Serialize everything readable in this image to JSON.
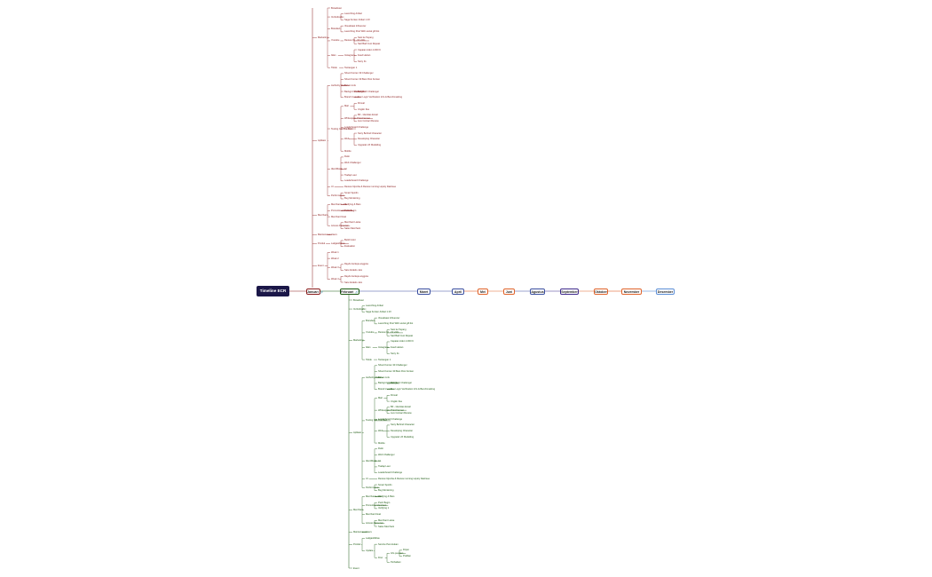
{
  "root": {
    "title": "Timeline ECR"
  },
  "colors": {
    "root_bg": "#1b1748",
    "januari": "#8a1c1c",
    "februari": "#1d5a12",
    "blue": "#3a4fa0",
    "orange": "#e0632a",
    "purple": "#3f2a8c",
    "light_blue": "#5b8ed6"
  },
  "months": [
    {
      "label": "Januari",
      "color": "#8a1c1c",
      "icon": "link-icon"
    },
    {
      "label": "Februari",
      "color": "#1d5a12",
      "icon": "link-icon"
    },
    {
      "label": "Maret",
      "color": "#3a4fa0"
    },
    {
      "label": "April",
      "color": "#3a4fa0"
    },
    {
      "label": "Mei",
      "color": "#e0632a"
    },
    {
      "label": "Juni",
      "color": "#e0632a"
    },
    {
      "label": "Agustus",
      "color": "#3a4fa0"
    },
    {
      "label": "September",
      "color": "#3f2a8c"
    },
    {
      "label": "Oktober",
      "color": "#e0632a"
    },
    {
      "label": "November",
      "color": "#e0632a"
    },
    {
      "label": "Desember",
      "color": "#5b8ed6"
    }
  ],
  "januari_tree": [
    {
      "t": "Marketing",
      "c": [
        {
          "t": "Broadcast"
        },
        {
          "t": "IG Refresh",
          "c": [
            {
              "t": "Launching Artikel"
            },
            {
              "t": "Saga Konten Artikel 1 2X"
            }
          ]
        },
        {
          "t": "Branded",
          "c": [
            {
              "t": "Visualisasi Influencer"
            },
            {
              "t": "Launching Post With social gift list"
            }
          ]
        },
        {
          "t": "Youtube",
          "c": [
            {
              "t": "Review 01 - 02 vidio",
              "c": [
                {
                  "t": "Sesi ke Tayang"
                },
                {
                  "t": "Sad Bad Cust Repeat"
                }
              ]
            }
          ]
        },
        {
          "t": "Iklan",
          "c": [
            {
              "t": "Instagram",
              "c": [
                {
                  "t": "Capaian Aden 4.000 K"
                },
                {
                  "t": "Feed Harian"
                },
                {
                  "t": "Story IG"
                }
              ]
            }
          ]
        },
        {
          "t": "Tiktok",
          "c": [
            {
              "t": "Tantangan 1"
            }
          ]
        }
      ]
    },
    {
      "t": "Aplikasi",
      "c": [
        {
          "t": "Authority Reel",
          "c": [
            {
              "t": "Shoot Konten 30 Challenger"
            },
            {
              "t": "Shoot Konten 30 Best Post Konten"
            },
            {
              "t": "Bahan Link"
            },
            {
              "t": "Backgrd Challenge",
              "c": [
                {
                  "t": "Soft Tech Challenger"
                }
              ]
            },
            {
              "t": "Brand Invoice",
              "c": [
                {
                  "t": "Run Login Verification Info & Benchmarking"
                }
              ]
            }
          ]
        },
        {
          "t": "Testing Get The Best",
          "c": [
            {
              "t": "Mail",
              "c": [
                {
                  "t": "Fbmail"
                },
                {
                  "t": "Ungkin Ilsa"
                }
              ]
            },
            {
              "t": "Whitespace Print Format",
              "c": [
                {
                  "t": "BF - Identitas Email"
                },
                {
                  "t": "Live Contact Review"
                }
              ]
            },
            {
              "t": "Leaderboard Challenge"
            },
            {
              "t": "Web",
              "c": [
                {
                  "t": "Story Behind Character"
                },
                {
                  "t": "Developing Character"
                },
                {
                  "t": "Upgrade UX Modelling"
                }
              ]
            },
            {
              "t": "Mobile"
            }
          ]
        },
        {
          "t": "Identifikasi",
          "c": [
            {
              "t": "Rutin"
            },
            {
              "t": "Web Challenger"
            },
            {
              "t": "AI"
            },
            {
              "t": "Tiadap Laut"
            },
            {
              "t": "Leaderboard Challenge"
            }
          ]
        },
        {
          "t": "UI",
          "c": [
            {
              "t": "Review Ujicoba & Review running Liquity Dashsee"
            }
          ]
        },
        {
          "t": "Performance",
          "c": [
            {
              "t": "Smart Spoilin"
            },
            {
              "t": "Bug Monitoring"
            }
          ]
        }
      ]
    },
    {
      "t": "Merchant",
      "c": [
        {
          "t": "Merchant Lock",
          "c": [
            {
              "t": "Verifying & Bars"
            }
          ]
        },
        {
          "t": "Promotion Merchant",
          "c": [
            {
              "t": "Push Begin"
            }
          ]
        },
        {
          "t": "Merchant Deal"
        },
        {
          "t": "Access Personal",
          "c": [
            {
              "t": "Merchant Liaise"
            },
            {
              "t": "Sales Merchant"
            }
          ]
        }
      ]
    },
    {
      "t": "Maintenance",
      "c": [
        {
          "t": "Users"
        }
      ]
    },
    {
      "t": "Produk",
      "c": [
        {
          "t": "Ladgasibilitas",
          "c": [
            {
              "t": "Build Color"
            },
            {
              "t": "Evaluation"
            }
          ]
        }
      ]
    },
    {
      "t": "Event",
      "c": [
        {
          "t": "Week 1"
        },
        {
          "t": "Week 2"
        },
        {
          "t": "Week 3",
          "c": [
            {
              "t": "Raydo berkeja anggota"
            },
            {
              "t": "Satu Atraktis Jam"
            }
          ]
        },
        {
          "t": "Week 4",
          "c": [
            {
              "t": "Raydo berkeja anggota"
            },
            {
              "t": "Satu Atraktis Jam"
            }
          ]
        }
      ]
    }
  ],
  "februari_tree": [
    {
      "t": "Broadcast"
    },
    {
      "t": "IG Refresh",
      "c": [
        {
          "t": "Launching Artikel"
        },
        {
          "t": "Saga Konten Artikel 1 2X"
        }
      ]
    },
    {
      "t": "Marketing",
      "c": [
        {
          "t": "Branded",
          "c": [
            {
              "t": "Visualisasi Influencer"
            },
            {
              "t": "Launching Post With social gift list"
            }
          ]
        },
        {
          "t": "Youtube",
          "c": [
            {
              "t": "Review 01 - 02 vidio",
              "c": [
                {
                  "t": "Sesi ke Tayang"
                },
                {
                  "t": "Sad Bad Cust Repeat"
                }
              ]
            }
          ]
        },
        {
          "t": "Iklan",
          "c": [
            {
              "t": "Instagram",
              "c": [
                {
                  "t": "Capaian Aden 4.000 K"
                },
                {
                  "t": "Feed Harian"
                },
                {
                  "t": "Story IG"
                }
              ]
            }
          ]
        },
        {
          "t": "Tiktok",
          "c": [
            {
              "t": "Tantangan 1"
            }
          ]
        }
      ]
    },
    {
      "t": "Aplikasi",
      "c": [
        {
          "t": "Authority Reel",
          "c": [
            {
              "t": "Shoot Konten 30 Challenger"
            },
            {
              "t": "Shoot Konten 30 Best Post Konten"
            },
            {
              "t": "Bahan Link"
            },
            {
              "t": "Backgrd Challenge",
              "c": [
                {
                  "t": "Soft Tech Challenger"
                }
              ]
            },
            {
              "t": "Brand Invoice",
              "c": [
                {
                  "t": "Run Login Verification Info & Benchmarking"
                }
              ]
            }
          ]
        },
        {
          "t": "Testing Get The Best",
          "c": [
            {
              "t": "Mail",
              "c": [
                {
                  "t": "Fbmail"
                },
                {
                  "t": "Ungkin Ilsa"
                }
              ]
            },
            {
              "t": "Whitespace Print Format",
              "c": [
                {
                  "t": "BF - Identitas Email"
                },
                {
                  "t": "Live Contact Review"
                }
              ]
            },
            {
              "t": "Leaderboard Challenge"
            },
            {
              "t": "Web",
              "c": [
                {
                  "t": "Story Behind Character"
                },
                {
                  "t": "Developing Character"
                },
                {
                  "t": "Upgrade UX Modelling"
                }
              ]
            },
            {
              "t": "Mobile"
            }
          ]
        },
        {
          "t": "Identifikasi",
          "c": [
            {
              "t": "Rutin"
            },
            {
              "t": "Web Challenger"
            },
            {
              "t": "AI"
            },
            {
              "t": "Tiadap Laut"
            },
            {
              "t": "Leaderboard Challenge"
            }
          ]
        },
        {
          "t": "UI",
          "c": [
            {
              "t": "Review Ujicoba & Review running Liquity Dashsee"
            }
          ]
        },
        {
          "t": "Performance",
          "c": [
            {
              "t": "Smart Spoilin"
            },
            {
              "t": "Bug Monitoring"
            }
          ]
        }
      ]
    },
    {
      "t": "Merchant",
      "c": [
        {
          "t": "Merchant Lock",
          "c": [
            {
              "t": "Verifying & Bars"
            }
          ]
        },
        {
          "t": "Promotion Merchant",
          "c": [
            {
              "t": "Push Begin"
            },
            {
              "t": "Verifying 1"
            }
          ]
        },
        {
          "t": "Merchant Deal"
        },
        {
          "t": "Access Personal",
          "c": [
            {
              "t": "Merchant Liaise"
            },
            {
              "t": "Sales Merchant"
            }
          ]
        }
      ]
    },
    {
      "t": "Maintenance",
      "c": [
        {
          "t": "Users"
        }
      ]
    },
    {
      "t": "Produk",
      "c": [
        {
          "t": "Ladgasibilitas"
        },
        {
          "t": "Update",
          "c": [
            {
              "t": "Service Peruntukan"
            },
            {
              "t": "Fitur",
              "c": [
                {
                  "t": "Info pusatan",
                  "c": [
                    {
                      "t": "Fitpat"
                    },
                    {
                      "t": "Prafitan"
                    }
                  ]
                },
                {
                  "t": "Perbaikan"
                }
              ]
            }
          ]
        }
      ]
    },
    {
      "t": "Event"
    }
  ]
}
